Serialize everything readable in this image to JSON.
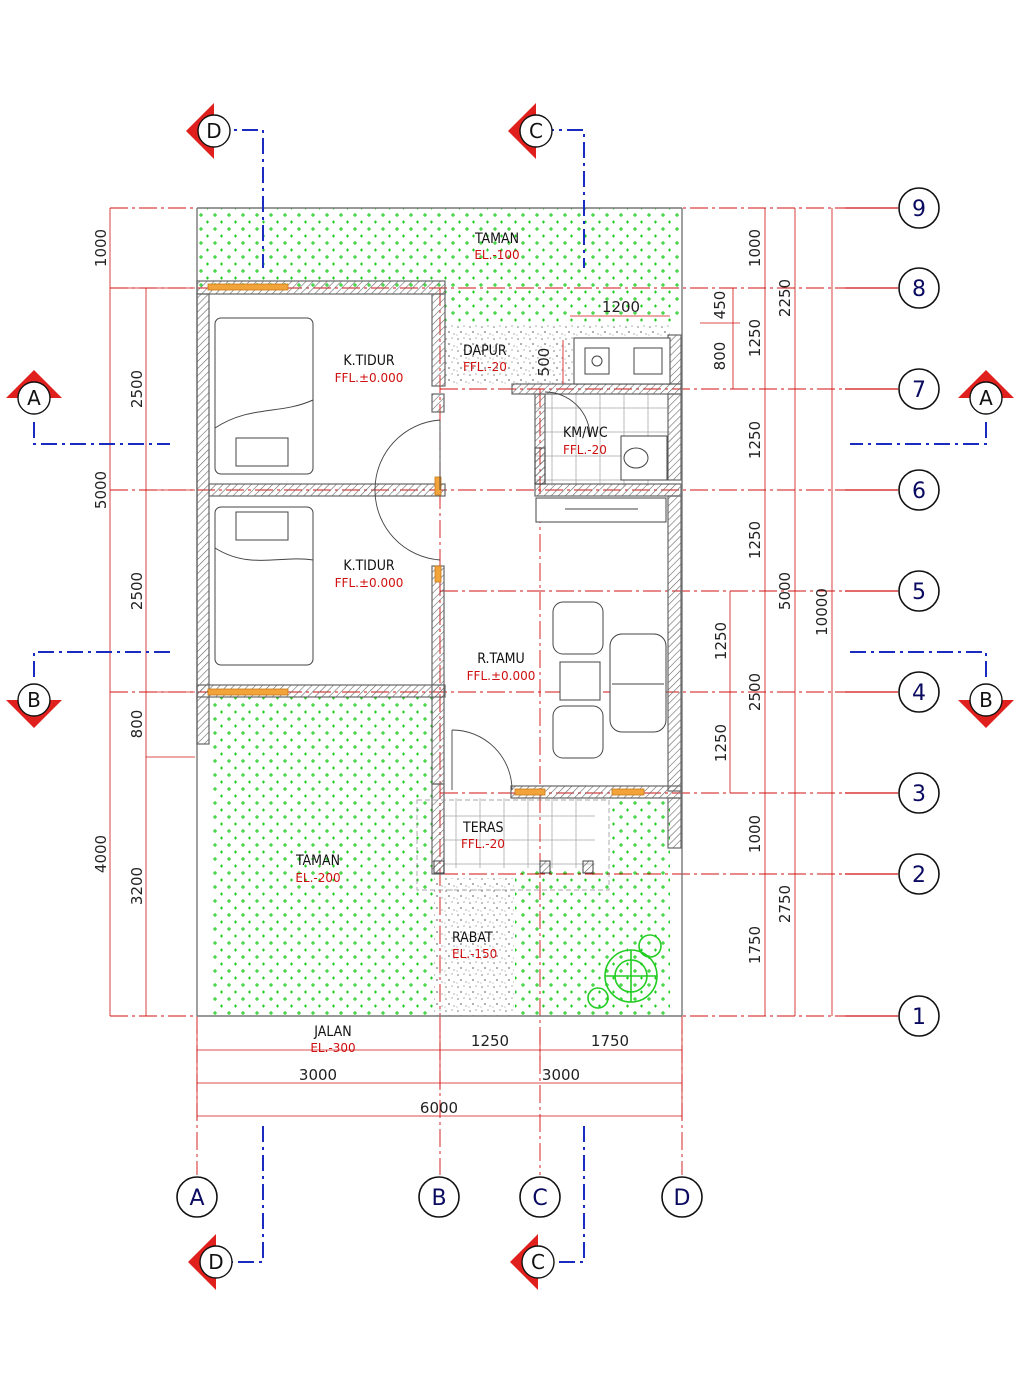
{
  "colors": {
    "grid_line": "#d01010",
    "dim_line": "#d01010",
    "section_line": "#1a2bbf",
    "wall": "#777777",
    "hatch": "#22cc22",
    "grid_text": "#0a0a60",
    "window": "#f2a33a"
  },
  "grid": {
    "columns": [
      "A",
      "B",
      "C",
      "D"
    ],
    "rows": [
      "1",
      "2",
      "3",
      "4",
      "5",
      "6",
      "7",
      "8",
      "9"
    ]
  },
  "sections": {
    "a": "A",
    "b": "B",
    "c": "C",
    "d": "D"
  },
  "rooms": {
    "taman_top": {
      "name": "TAMAN",
      "level": "EL.-100"
    },
    "kt1": {
      "name": "K.TIDUR",
      "level": "FFL.±0.000"
    },
    "kt2": {
      "name": "K.TIDUR",
      "level": "FFL.±0.000"
    },
    "dapur": {
      "name": "DAPUR",
      "level": "FFL.-20"
    },
    "kmwc": {
      "name": "KM/WC",
      "level": "FFL.-20"
    },
    "tamu": {
      "name": "R.TAMU",
      "level": "FFL.±0.000"
    },
    "teras": {
      "name": "TERAS",
      "level": "FFL.-20"
    },
    "taman_bottom": {
      "name": "TAMAN",
      "level": "EL.-200"
    },
    "rabat": {
      "name": "RABAT",
      "level": "EL.-150"
    },
    "jalan": {
      "name": "JALAN",
      "level": "EL.-300"
    }
  },
  "dimensions": {
    "left_outer": [
      "1000",
      "5000",
      "4000"
    ],
    "left_inner": [
      "2500",
      "2500",
      "800",
      "3200"
    ],
    "right_inner": [
      "1000",
      "1250",
      "1250",
      "1250",
      "2500",
      "1000",
      "1750"
    ],
    "right_mid": [
      "2250",
      "5000",
      "2750"
    ],
    "right_outer": "10000",
    "right_small": [
      "450",
      "800"
    ],
    "tamu_inner": [
      "1250",
      "1250"
    ],
    "bottom_1": [
      "1250",
      "1750"
    ],
    "bottom_2": [
      "3000",
      "3000"
    ],
    "bottom_3": "6000",
    "dapur_width": "1200",
    "dapur_depth": "500"
  }
}
